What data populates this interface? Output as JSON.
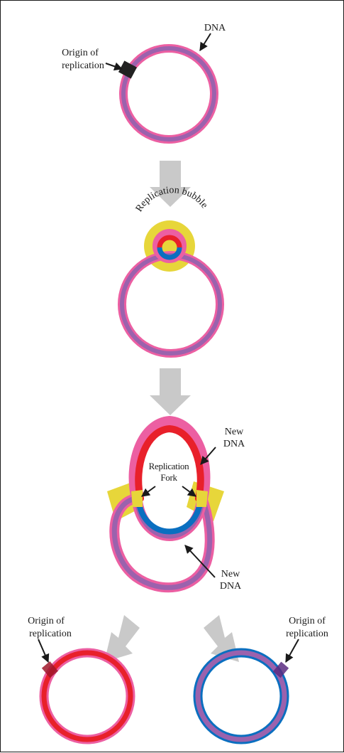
{
  "labels": {
    "dna": "DNA",
    "origin_top_line1": "Origin of",
    "origin_top_line2": "replication",
    "replication_bubble": "Replication bubble",
    "new_dna_top_line1": "New",
    "new_dna_top_line2": "DNA",
    "fork_line1": "Replication",
    "fork_line2": "Fork",
    "new_dna_bottom_line1": "New",
    "new_dna_bottom_line2": "DNA",
    "origin_left_line1": "Origin of",
    "origin_left_line2": "replication",
    "origin_right_line1": "Origin of",
    "origin_right_line2": "replication"
  },
  "colors": {
    "parent_strand_outer": "#ec5fa2",
    "parent_strand_inner": "#9b62ad",
    "new_strand_red": "#e8202a",
    "new_strand_blue": "#0a6fc0",
    "bubble_yellow": "#e7d63a",
    "stage_arrow": "#c9c9c9",
    "origin_mark": "#222222",
    "text": "#1a1a1a"
  }
}
